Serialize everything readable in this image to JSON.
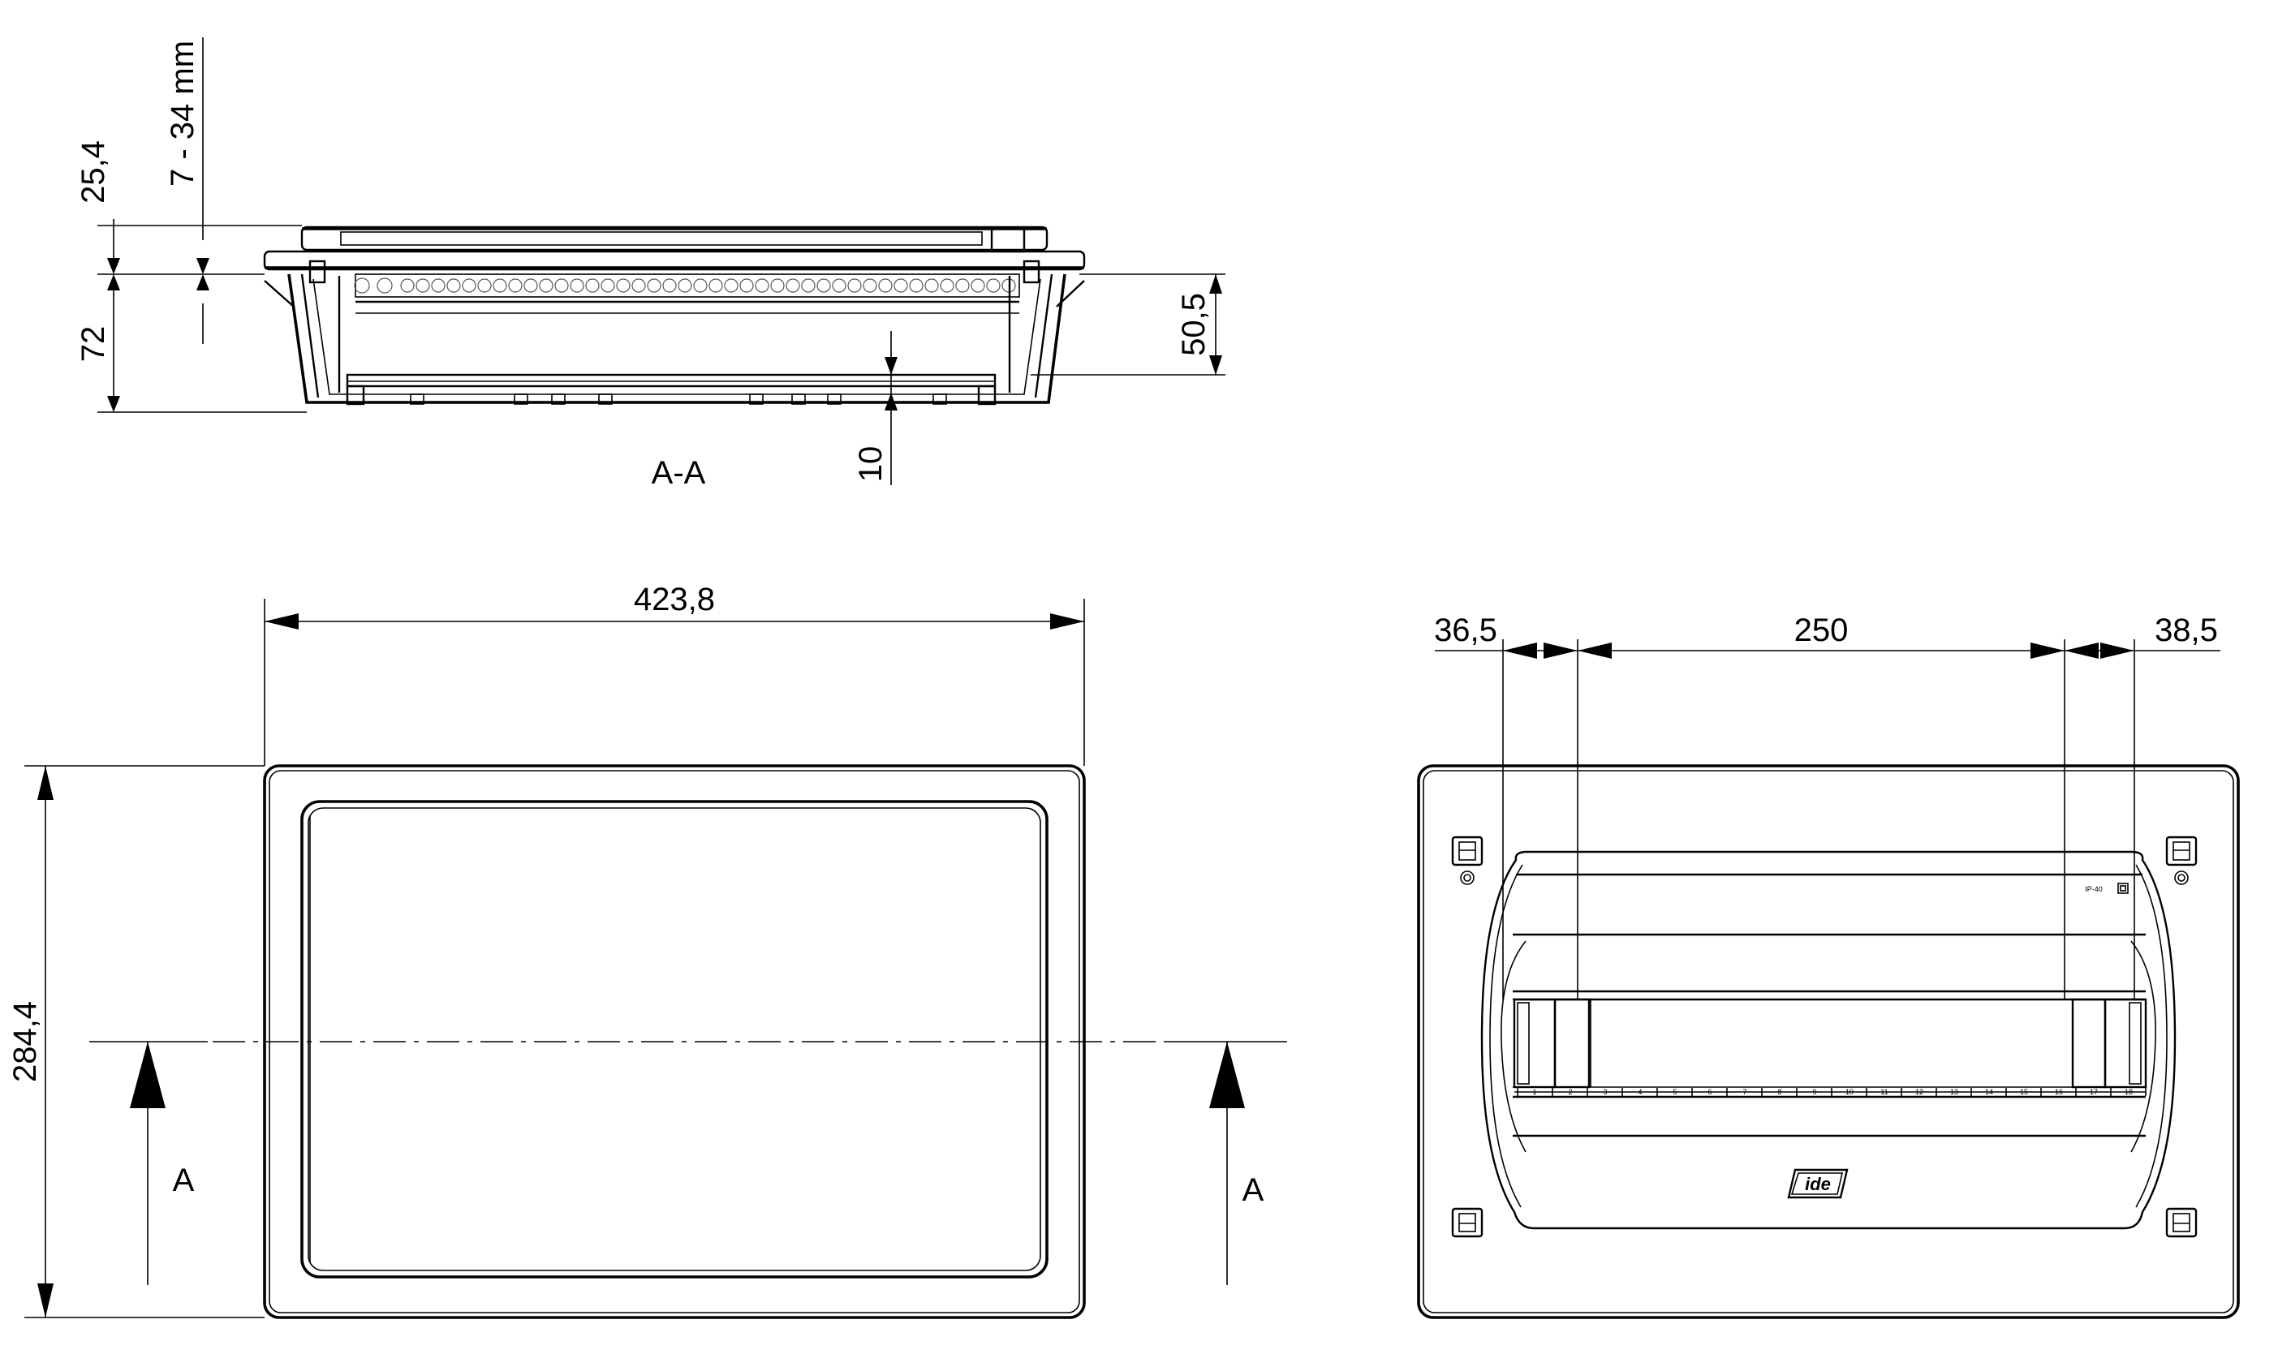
{
  "section": {
    "label": "A-A",
    "dims": {
      "d_25_4": "25,4",
      "d_7_34": "7 - 34 mm",
      "d_72": "72",
      "d_50_5": "50,5",
      "d_10": "10"
    }
  },
  "front": {
    "width_label": "423,8",
    "height_label": "284,4",
    "cut_left": "A",
    "cut_right": "A"
  },
  "open": {
    "dim_left": "36,5",
    "dim_mid": "250",
    "dim_right": "38,5",
    "ip_label": "IP-40",
    "logo_text": "ide",
    "module_numbers": [
      "1",
      "2",
      "3",
      "4",
      "5",
      "6",
      "7",
      "8",
      "9",
      "10",
      "11",
      "12",
      "13",
      "14",
      "15",
      "16",
      "17",
      "18"
    ]
  }
}
